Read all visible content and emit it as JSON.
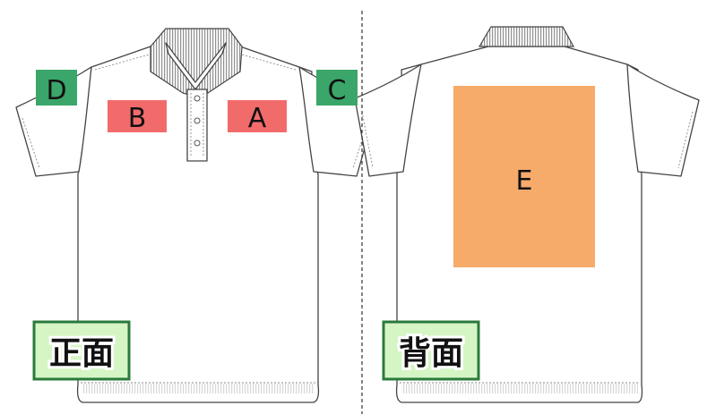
{
  "colors": {
    "zone_red": "#f26b6b",
    "zone_green": "#3aa66a",
    "zone_orange": "#f7ab6b",
    "view_label_bg": "#d6f5c4",
    "view_label_border": "#2b7a3c"
  },
  "views": {
    "front_label": "正面",
    "back_label": "背面"
  },
  "zones": {
    "A": "A",
    "B": "B",
    "C": "C",
    "D": "D",
    "E": "E"
  }
}
